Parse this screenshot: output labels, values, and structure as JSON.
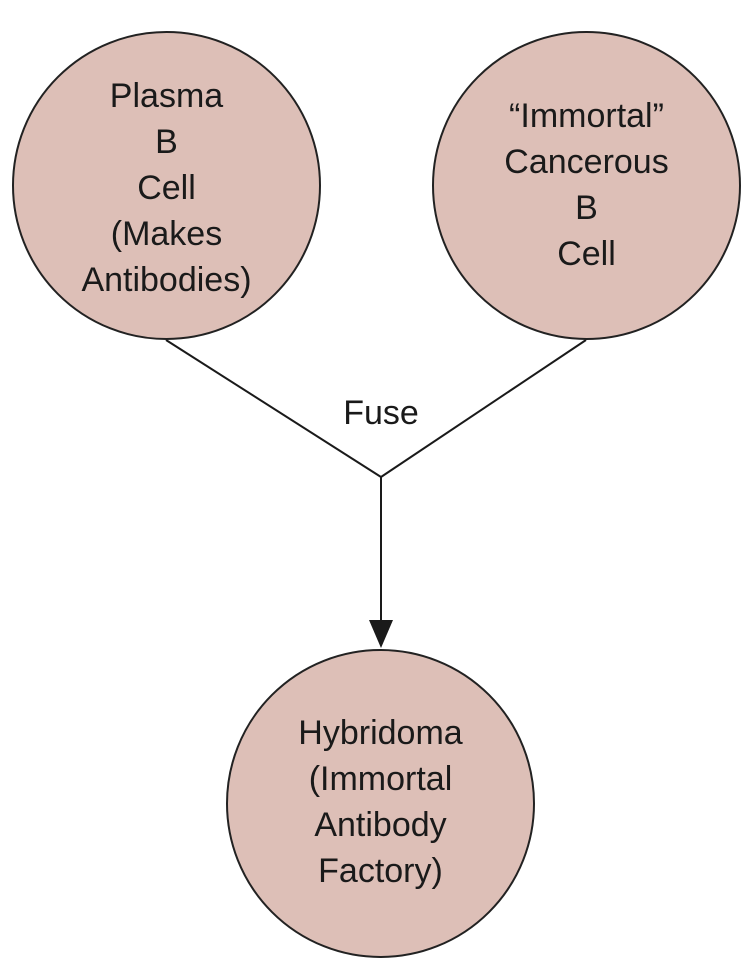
{
  "colors": {
    "cell_fill": "#ddbfb7",
    "cell_outline": "#222222",
    "line": "#1a1a1a",
    "text": "#1a1a1a"
  },
  "nodes": {
    "plasma_b_cell": {
      "lines": [
        "Plasma",
        "B",
        "Cell",
        "(Makes",
        "Antibodies)"
      ]
    },
    "cancerous_b_cell": {
      "lines": [
        "“Immortal”",
        "Cancerous",
        "B",
        "Cell"
      ]
    },
    "hybridoma": {
      "lines": [
        "Hybridoma",
        "(Immortal",
        "Antibody",
        "Factory)"
      ]
    }
  },
  "edges": {
    "fuse_label": "Fuse"
  }
}
